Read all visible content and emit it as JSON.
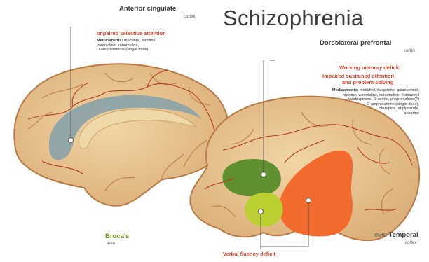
{
  "title": "Schizophrenia",
  "anterior_cingulate": {
    "name": "Anterior cingulate",
    "sub": "cortex",
    "deficit": "Impaired selective attention",
    "med_label": "Medicaments:",
    "med_lines": [
      "modafinil, nicotine,",
      "varenicline, xanomeline,",
      "D-amphetamine (single dose)"
    ]
  },
  "dorsolateral": {
    "name": "Dorsolateral prefrontal",
    "sub": "cortex",
    "deficit1": "Working memory deficit",
    "deficit2_line1": "Impaired sustained attention",
    "deficit2_line2": "and problem solving",
    "med_label": "Medicaments:",
    "med_lines": [
      "modafinil, buspirone, galantamine,",
      "nicotine, varenicline, xanomeline, flumazenil",
      "tandospirone, D-serine, pregnenolone(?)",
      "D-amphetamine (single dose),",
      "clozapine, aripiprazole,",
      "anserine"
    ]
  },
  "broca": {
    "name": "Broca's",
    "sub": "area"
  },
  "temporal": {
    "prefix": "OwfO",
    "name": "Temporal",
    "sub": "cortex"
  },
  "verbal": {
    "deficit": "Verbal fluency deficit"
  },
  "colors": {
    "brain_fill": "#e8c594",
    "brain_outline": "#b77a46",
    "vessel": "#b23a22",
    "cingulate": "#8aa2a8",
    "corpus": "#efd9a8",
    "dlpfc": "#5f8f2e",
    "broca": "#bccf30",
    "temporal": "#f26b2c"
  }
}
